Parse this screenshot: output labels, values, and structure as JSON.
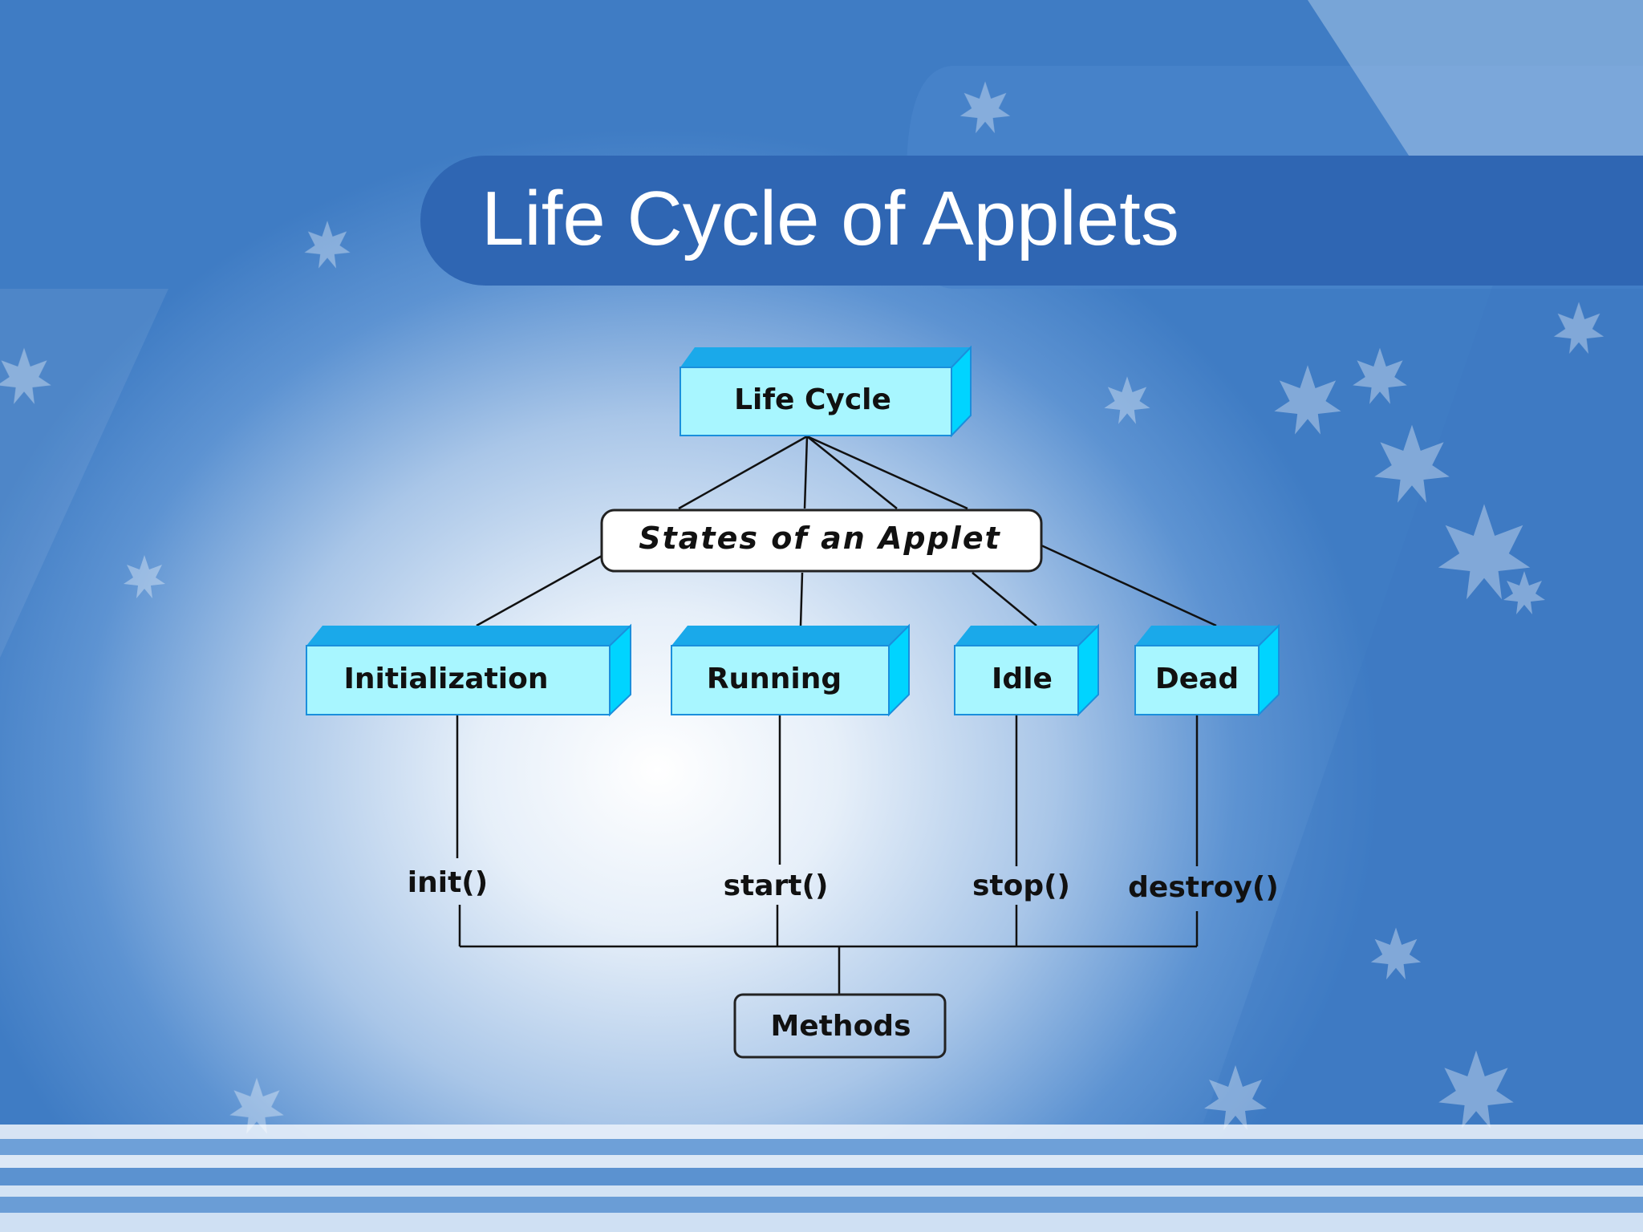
{
  "slide": {
    "title": "Life Cycle of Applets"
  },
  "diagram": {
    "root": "Life Cycle",
    "states_header": "States of an Applet",
    "states": [
      "Initialization",
      "Running",
      "Idle",
      "Dead"
    ],
    "methods": [
      "init()",
      "start()",
      "stop()",
      "destroy()"
    ],
    "methods_label": "Methods"
  },
  "colors": {
    "title_bar": "#2f66b3",
    "box_face": "#a8f6ff",
    "box_top": "#1aa9ea",
    "box_side": "#00d4ff",
    "box_border": "#1a8fdc"
  }
}
